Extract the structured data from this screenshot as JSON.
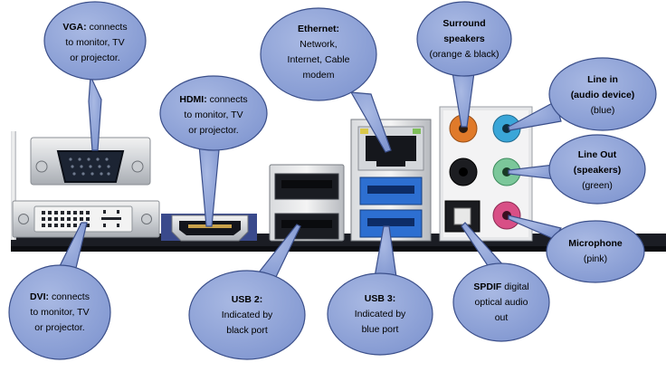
{
  "callouts": {
    "vga": {
      "title": "VGA:",
      "lines": [
        "connects",
        "to monitor, TV",
        "or projector."
      ]
    },
    "hdmi": {
      "title": "HDMI:",
      "lines": [
        "connects",
        "to monitor, TV",
        "or projector."
      ]
    },
    "ethernet": {
      "title": "Ethernet:",
      "lines": [
        "Network,",
        "Internet, Cable",
        "modem"
      ]
    },
    "surround": {
      "title": "Surround",
      "lines": [
        "speakers",
        "(orange & black)"
      ]
    },
    "line_in": {
      "title": "Line in",
      "lines": [
        "(audio device)",
        "(blue)"
      ]
    },
    "line_out": {
      "title": "Line Out",
      "lines": [
        "(speakers)",
        "(green)"
      ]
    },
    "microphone": {
      "title": "Microphone",
      "lines": [
        "(pink)"
      ]
    },
    "dvi": {
      "title": "DVI:",
      "lines": [
        "connects",
        "to monitor, TV",
        "or projector."
      ]
    },
    "usb2": {
      "title": "USB 2:",
      "lines": [
        "Indicated by",
        "black port"
      ]
    },
    "usb3": {
      "title": "USB 3:",
      "lines": [
        "Indicated by",
        "blue port"
      ]
    },
    "spdif": {
      "title": "SPDIF",
      "lines": [
        "digital",
        "optical audio",
        "out"
      ]
    }
  },
  "colors": {
    "bubble_fill": "#8fa3d6",
    "bubble_stroke": "#3b4f8a",
    "port_orange": "#e07a2a",
    "port_blue": "#3aa6d8",
    "port_green": "#7bc79a",
    "port_pink": "#d84f86",
    "usb3_blue": "#2d6fd1",
    "board": "#1b1d24"
  }
}
